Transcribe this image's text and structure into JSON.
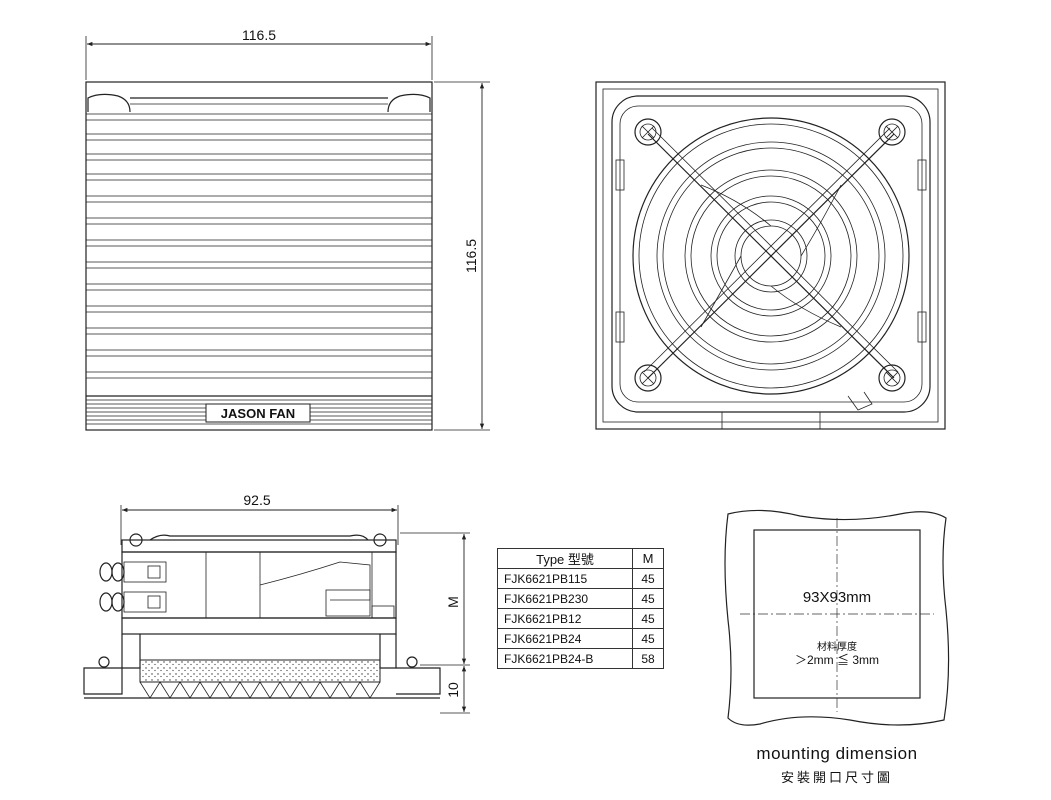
{
  "dimensions": {
    "front_width": "116.5",
    "front_height": "116.5",
    "side_width": "92.5",
    "side_height": "M",
    "base_height": "10"
  },
  "brand_label": "JASON FAN",
  "spec_table": {
    "header_type": "Type 型號",
    "header_m": "M",
    "rows": [
      {
        "type": "FJK6621PB115",
        "m": "45"
      },
      {
        "type": "FJK6621PB230",
        "m": "45"
      },
      {
        "type": "FJK6621PB12",
        "m": "45"
      },
      {
        "type": "FJK6621PB24",
        "m": "45"
      },
      {
        "type": "FJK6621PB24-B",
        "m": "58"
      }
    ]
  },
  "mounting": {
    "cutout_size": "93X93mm",
    "material_label": "材料厚度",
    "thickness_range": "＞2mm ≦ 3mm",
    "caption_en": "mounting dimension",
    "caption_zh": "安裝開口尺寸圖"
  }
}
